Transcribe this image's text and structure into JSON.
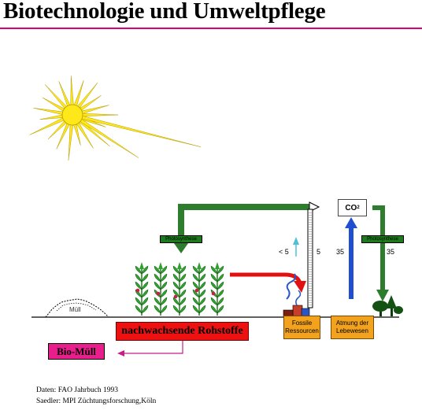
{
  "title": "Biotechnologie und Umweltpflege",
  "labels": {
    "nachwachsende_rohstoffe": "nachwachsende Rohstoffe",
    "bio_muell": "Bio-Müll",
    "muell": "Müll",
    "fossile_line1": "Fossile",
    "fossile_line2": "Ressourcen",
    "atmung_line1": "Atmung der",
    "atmung_line2": "Lebewesen",
    "co2": "CO",
    "co2_sub": "2",
    "photosynthese_left": "Photosynthese",
    "photosynthese_right": "Photosynthese"
  },
  "flows": {
    "fossil_arrow_value": "< 5",
    "fossil_column_value": "5",
    "respiration_value": "35",
    "photosynthesis_value": "35"
  },
  "credits": {
    "line1": "Daten: FAO Jahrbuch 1993",
    "line2": "Saedler: MPI Züchtungsforschung,Köln"
  },
  "colors": {
    "title_rule": "#e0007a",
    "sun": "#ffe81a",
    "photosynthesis_arrow": "#2e7d2e",
    "fossil_arrow": "#e11111",
    "respiration_arrow": "#1f4fd0",
    "rohstoffe_box": "#ee1111",
    "biomuell_box": "#e81e8c",
    "resource_boxes": "#f2a21d"
  }
}
